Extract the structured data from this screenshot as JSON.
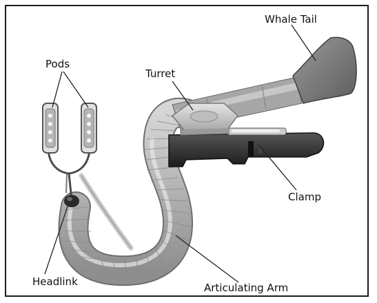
{
  "diagram": {
    "labels": {
      "whale_tail": "Whale Tail",
      "pods": "Pods",
      "turret": "Turret",
      "clamp": "Clamp",
      "headlink": "Headlink",
      "articulating_arm": "Articulating Arm"
    },
    "colors": {
      "border": "#1a1a1a",
      "label_text": "#111111",
      "arm_fill": "#b9b9b9",
      "clamp_fill": "#2e2e2e",
      "tail_fill": "#7d7d7d",
      "leader_line": "#222222"
    }
  }
}
